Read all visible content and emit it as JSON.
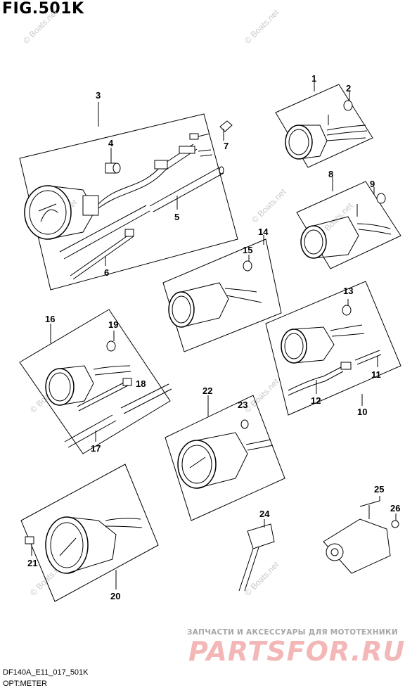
{
  "figure": {
    "title": "FIG.501K",
    "footer_code": "DF140A_E11_017_501K",
    "footer_name": "OPT:METER"
  },
  "watermark": {
    "text": "© Boats.net"
  },
  "promo": {
    "line": "ЗАПЧАСТИ И АКСЕССУАРЫ ДЛЯ МОТОТЕХНИКИ",
    "logo": "PARTSFOR.RU"
  },
  "callouts": [
    "1",
    "2",
    "3",
    "4",
    "5",
    "6",
    "7",
    "8",
    "9",
    "10",
    "11",
    "12",
    "13",
    "14",
    "15",
    "16",
    "17",
    "18",
    "19",
    "20",
    "21",
    "22",
    "23",
    "24",
    "25",
    "26"
  ]
}
